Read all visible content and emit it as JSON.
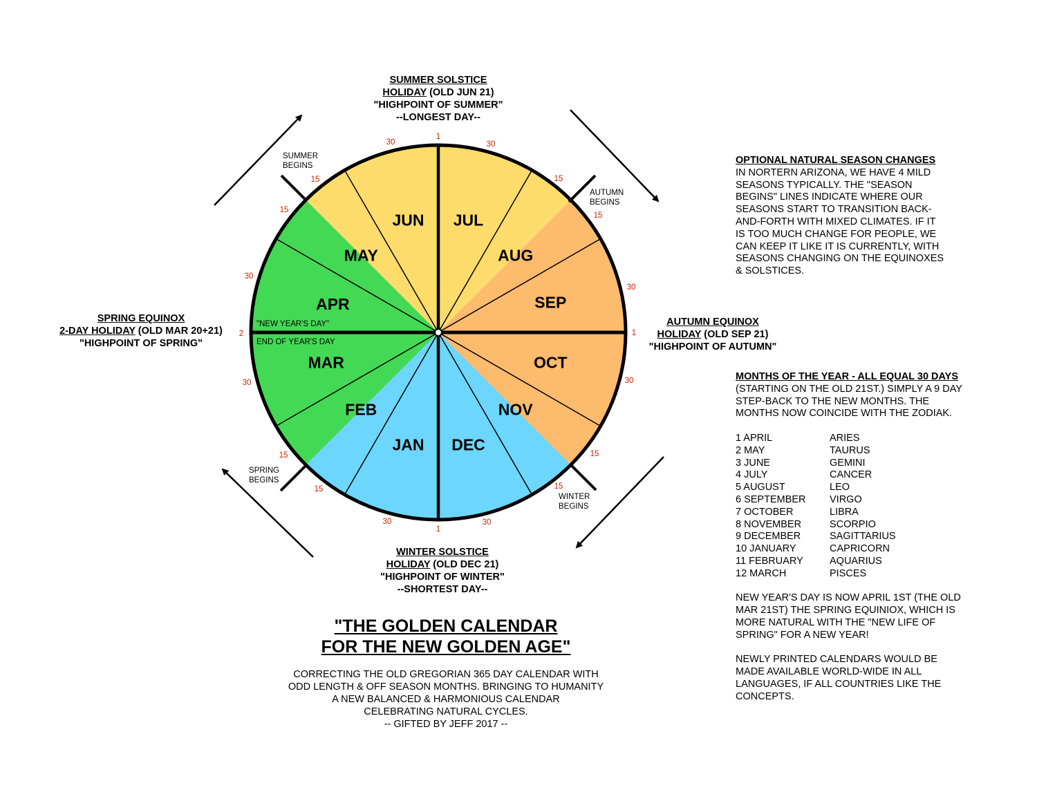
{
  "month_sectors": [
    {
      "label": "APR",
      "color": "#44d955"
    },
    {
      "label": "MAY",
      "color": "#44d955"
    },
    {
      "label": "JUN",
      "color": "#fedc6c"
    },
    {
      "label": "JUL",
      "color": "#fedc6c"
    },
    {
      "label": "AUG",
      "color": "#fedc6c"
    },
    {
      "label": "SEP",
      "color": "#fdbb6e"
    },
    {
      "label": "OCT",
      "color": "#fdbb6e"
    },
    {
      "label": "NOV",
      "color": "#fdbb6e"
    },
    {
      "label": "DEC",
      "color": "#6cd6fd"
    },
    {
      "label": "JAN",
      "color": "#6cd6fd"
    },
    {
      "label": "FEB",
      "color": "#6cd6fd"
    },
    {
      "label": "MAR",
      "color": "#44d955"
    }
  ],
  "colors": {
    "spring": "#44d955",
    "summer": "#fedc6c",
    "autumn": "#fdbb6e",
    "winter": "#6cd6fd",
    "day_numbers": "#cc2200"
  },
  "day_numbers": [
    {
      "text": "1",
      "name": "top"
    },
    {
      "text": "30",
      "name": "top-left"
    },
    {
      "text": "30",
      "name": "top-right"
    },
    {
      "text": "15",
      "name": "summer-begins-upper"
    },
    {
      "text": "15",
      "name": "summer-begins-lower"
    },
    {
      "text": "15",
      "name": "autumn-begins-upper"
    },
    {
      "text": "15",
      "name": "autumn-begins-lower"
    },
    {
      "text": "30",
      "name": "left-upper"
    },
    {
      "text": "2",
      "name": "left"
    },
    {
      "text": "30",
      "name": "left-lower"
    },
    {
      "text": "30",
      "name": "right-upper"
    },
    {
      "text": "1",
      "name": "right"
    },
    {
      "text": "30",
      "name": "right-lower"
    },
    {
      "text": "15",
      "name": "spring-begins-upper"
    },
    {
      "text": "15",
      "name": "spring-begins-lower"
    },
    {
      "text": "15",
      "name": "winter-begins-upper"
    },
    {
      "text": "15",
      "name": "winter-begins-lower"
    },
    {
      "text": "30",
      "name": "bottom-left"
    },
    {
      "text": "1",
      "name": "bottom"
    },
    {
      "text": "30",
      "name": "bottom-right"
    }
  ],
  "wheel_labels": {
    "new_years_day": "\"NEW YEAR'S DAY\"",
    "end_of_years_day": "END OF YEAR'S DAY",
    "summer_begins": [
      "SUMMER",
      "BEGINS"
    ],
    "autumn_begins": [
      "AUTUMN",
      "BEGINS"
    ],
    "spring_begins": [
      "SPRING",
      "BEGINS"
    ],
    "winter_begins": [
      "WINTER",
      "BEGINS"
    ]
  },
  "summer_solstice": {
    "line1": "SUMMER SOLSTICE",
    "line2_underlined": "HOLIDAY",
    "line2_rest": " (OLD JUN 21)",
    "line3": "\"HIGHPOINT OF SUMMER\"",
    "line4": "--LONGEST DAY--"
  },
  "spring_equinox": {
    "line1": "SPRING EQUINOX",
    "line2_underlined": "2-DAY HOLIDAY",
    "line2_rest": " (OLD MAR 20+21)",
    "line3": "\"HIGHPOINT OF SPRING\""
  },
  "autumn_equinox": {
    "line1": "AUTUMN EQUINOX",
    "line2_underlined": "HOLIDAY",
    "line2_rest": " (OLD SEP 21)",
    "line3": "\"HIGHPOINT OF AUTUMN\""
  },
  "winter_solstice": {
    "line1": "WINTER SOLSTICE",
    "line2_underlined": "HOLIDAY",
    "line2_rest": " (OLD DEC 21)",
    "line3": "\"HIGHPOINT OF WINTER\"",
    "line4": "--SHORTEST DAY--"
  },
  "title": {
    "line1": "\"THE GOLDEN CALENDAR",
    "line2": "FOR THE NEW GOLDEN AGE\""
  },
  "subtitle": {
    "line1": "CORRECTING THE OLD GREGORIAN 365 DAY CALENDAR WITH",
    "line2": "ODD LENGTH & OFF SEASON MONTHS.  BRINGING TO HUMANITY",
    "line3": "A NEW BALANCED & HARMONIOUS CALENDAR",
    "line4": "CELEBRATING NATURAL CYCLES.",
    "line5": "-- GIFTED BY JEFF 2017 --"
  },
  "optional_seasons": {
    "heading": "OPTIONAL NATURAL SEASON CHANGES",
    "lines": [
      "IN NORTERN ARIZONA, WE HAVE 4 MILD",
      "SEASONS TYPICALLY.  THE \"SEASON",
      "BEGINS\" LINES INDICATE WHERE OUR",
      "SEASONS START TO TRANSITION BACK-",
      "AND-FORTH WITH MIXED CLIMATES.  IF IT",
      "IS TOO MUCH CHANGE FOR PEOPLE, WE",
      "CAN KEEP IT LIKE IT IS CURRENTLY, WITH",
      "SEASONS CHANGING ON THE EQUINOXES",
      "& SOLSTICES."
    ]
  },
  "months_of_year": {
    "heading": "MONTHS OF THE YEAR - ALL EQUAL 30 DAYS",
    "lines": [
      "(STARTING ON THE OLD 21ST.) SIMPLY A 9 DAY",
      "STEP-BACK TO THE NEW MONTHS.  THE",
      "MONTHS NOW COINCIDE WITH THE ZODIAK."
    ],
    "zodiac": [
      {
        "month": "1 APRIL",
        "sign": "ARIES"
      },
      {
        "month": "2 MAY",
        "sign": "TAURUS"
      },
      {
        "month": "3 JUNE",
        "sign": "GEMINI"
      },
      {
        "month": "4 JULY",
        "sign": "CANCER"
      },
      {
        "month": "5 AUGUST",
        "sign": "LEO"
      },
      {
        "month": "6 SEPTEMBER",
        "sign": "VIRGO"
      },
      {
        "month": "7 OCTOBER",
        "sign": "LIBRA"
      },
      {
        "month": "8 NOVEMBER",
        "sign": "SCORPIO"
      },
      {
        "month": "9 DECEMBER",
        "sign": "SAGITTARIUS"
      },
      {
        "month": "10 JANUARY",
        "sign": "CAPRICORN"
      },
      {
        "month": "11 FEBRUARY",
        "sign": "AQUARIUS"
      },
      {
        "month": "12 MARCH",
        "sign": "PISCES"
      }
    ],
    "new_year_note": [
      "NEW YEAR'S DAY IS NOW APRIL 1ST (THE OLD",
      "MAR 21ST) THE SPRING EQUINIOX, WHICH IS",
      "MORE NATURAL WITH THE \"NEW LIFE OF",
      "SPRING\" FOR A NEW YEAR!"
    ],
    "printed_note": [
      "NEWLY PRINTED CALENDARS WOULD BE",
      "MADE AVAILABLE WORLD-WIDE IN ALL",
      "LANGUAGES, IF ALL COUNTRIES LIKE THE",
      "CONCEPTS."
    ]
  }
}
